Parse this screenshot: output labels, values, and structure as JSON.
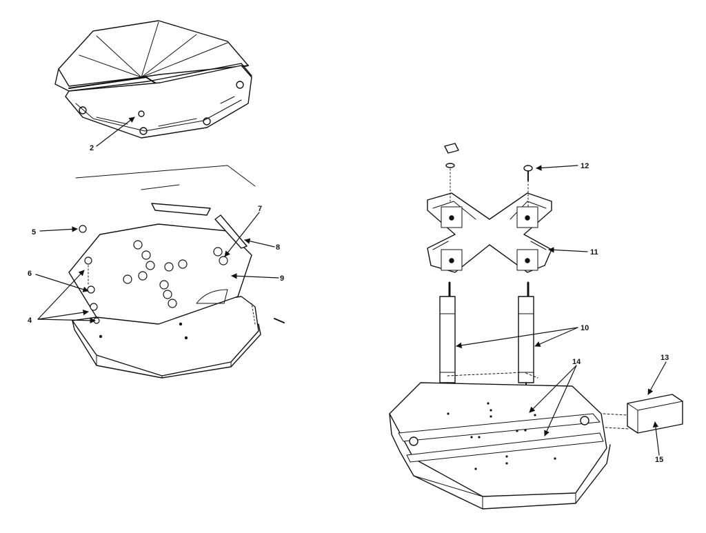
{
  "diagram": {
    "callouts": [
      {
        "id": "c2",
        "label": "2"
      },
      {
        "id": "c4",
        "label": "4"
      },
      {
        "id": "c5",
        "label": "5"
      },
      {
        "id": "c6",
        "label": "6"
      },
      {
        "id": "c7",
        "label": "7"
      },
      {
        "id": "c8",
        "label": "8"
      },
      {
        "id": "c9",
        "label": "9"
      },
      {
        "id": "c10",
        "label": "10"
      },
      {
        "id": "c11",
        "label": "11"
      },
      {
        "id": "c12",
        "label": "12"
      },
      {
        "id": "c13",
        "label": "13"
      },
      {
        "id": "c14",
        "label": "14"
      },
      {
        "id": "c15",
        "label": "15"
      }
    ],
    "colors": {
      "ink": "#111111",
      "paper": "#ffffff",
      "shade": "#e6e6e6"
    }
  }
}
